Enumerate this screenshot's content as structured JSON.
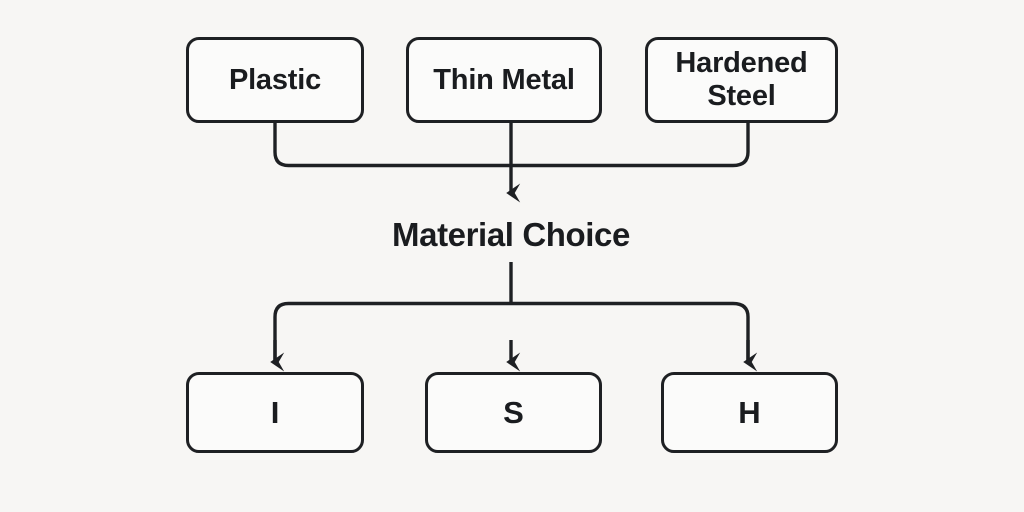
{
  "diagram": {
    "title_text": "Material Choice",
    "background_color": "#f7f6f4",
    "line_color": "#1e2023",
    "box_fill_color": "#fbfbfa",
    "inputs": [
      {
        "id": "plastic",
        "label": "Plastic"
      },
      {
        "id": "thin-metal",
        "label": "Thin Metal"
      },
      {
        "id": "hardened-steel",
        "label": "Hardened\nSteel",
        "line1": "Hardened",
        "line2": "Steel"
      }
    ],
    "hub": {
      "label": "Material Choice"
    },
    "outputs": [
      {
        "id": "i",
        "label": "I"
      },
      {
        "id": "s",
        "label": "S"
      },
      {
        "id": "h",
        "label": "H"
      }
    ]
  }
}
